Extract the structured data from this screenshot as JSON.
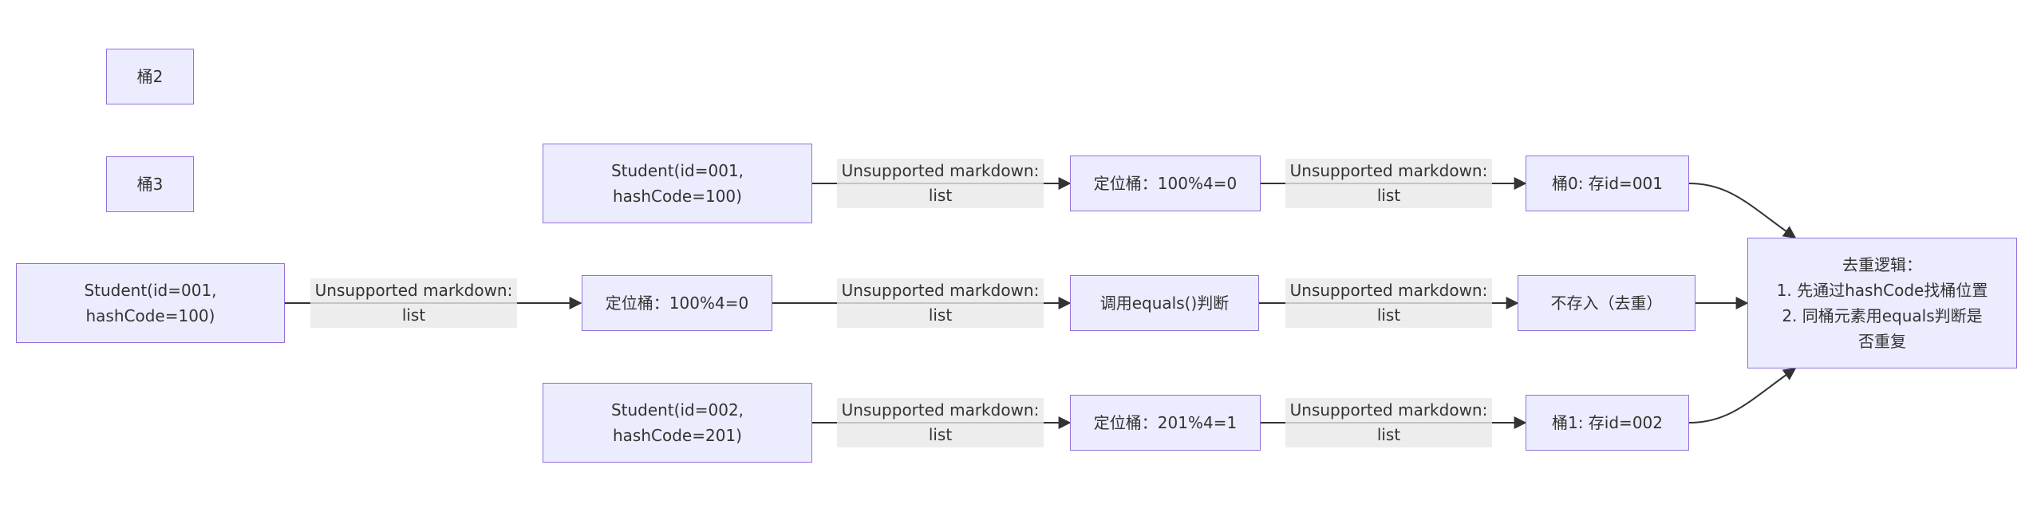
{
  "nodes": {
    "bucket2": "桶2",
    "bucket3": "桶3",
    "row1_student": [
      "Student(id=001,",
      "hashCode=100)"
    ],
    "row1_locate": "定位桶：100%4=0",
    "row1_bucket0": "桶0: 存id=001",
    "row2_student": [
      "Student(id=001,",
      "hashCode=100)"
    ],
    "row2_locate": "定位桶：100%4=0",
    "row2_equals": "调用equals()判断",
    "row2_nostore": "不存入（去重）",
    "row3_student": [
      "Student(id=002,",
      "hashCode=201)"
    ],
    "row3_locate": "定位桶：201%4=1",
    "row3_bucket1": "桶1: 存id=002",
    "dedup": [
      "去重逻辑：",
      "1. 先通过hashCode找桶位置",
      "2. 同桶元素用equals判断是",
      "否重复"
    ]
  },
  "edge_label": [
    "Unsupported markdown:",
    "list"
  ],
  "colors": {
    "node_fill": "#ECECFF",
    "node_stroke": "#9370DB",
    "edge": "#333333",
    "label_bg": "#E8E8E8"
  }
}
